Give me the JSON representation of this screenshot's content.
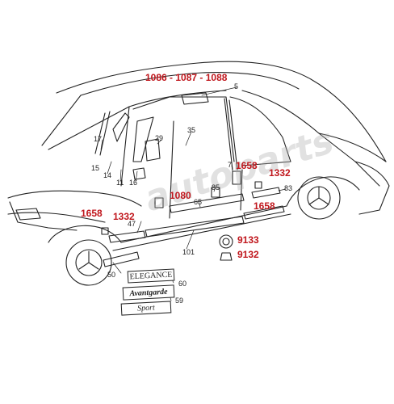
{
  "part_labels": {
    "p5": "5",
    "p35": "35",
    "p17": "17",
    "p29": "29",
    "p7": "7",
    "p15": "15",
    "p14": "14",
    "p11": "11",
    "p16": "16",
    "p85": "85",
    "p65": "65",
    "p83": "83",
    "p47": "47",
    "p50": "50",
    "p101": "101",
    "p60": "60",
    "p59": "59"
  },
  "highlight_labels": {
    "top": "1086 - 1087 - 1088",
    "r1658_center": "1658",
    "r1332_right": "1332",
    "r1080": "1080",
    "r1658_right": "1658",
    "r1658_left": "1658",
    "r1332_left": "1332",
    "r9133": "9133",
    "r9132": "9132"
  },
  "badges": {
    "elegance": "ELEGANCE",
    "avantgarde": "Avantgarde",
    "sport": "Sport"
  },
  "watermark": "autoparts",
  "colors": {
    "highlight": "#c0161c",
    "line": "#222222"
  }
}
